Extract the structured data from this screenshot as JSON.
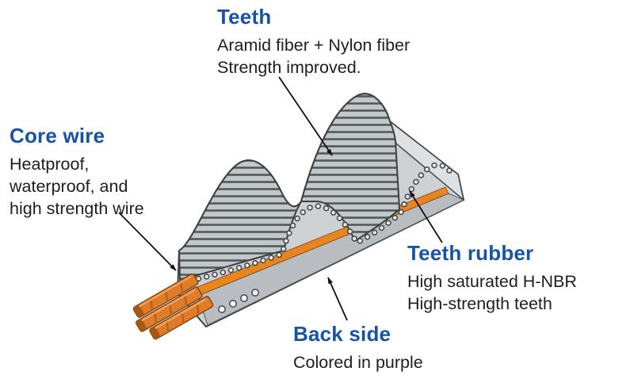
{
  "diagram_subject": "timing-belt-construction-cutaway",
  "labels": {
    "teeth": {
      "title": "Teeth",
      "lines": [
        "Aramid fiber + Nylon fiber",
        "Strength improved."
      ]
    },
    "core_wire": {
      "title": "Core wire",
      "lines": [
        "Heatproof,",
        "waterproof, and",
        "high strength wire"
      ]
    },
    "teeth_rubber": {
      "title": "Teeth rubber",
      "lines": [
        "High saturated H-NBR",
        "High-strength teeth"
      ]
    },
    "back_side": {
      "title": "Back side",
      "lines": [
        "Colored in purple"
      ]
    }
  },
  "colors": {
    "label_title_blue": "#1753a3",
    "body_text": "#1e1e1e",
    "belt_gray": "#cdd1d4",
    "belt_back_gray": "#b9bdc2",
    "hatch_line_gray": "#53575b",
    "core_wire_orange": "#e07b2a",
    "core_wire_layer_orange": "#e8851f",
    "fabric_dot_white": "#f4f4f4",
    "arrow_black": "#111111",
    "background": "#ffffff"
  },
  "parts": [
    "teeth-section",
    "core-wires",
    "teeth-rubber-surface",
    "back-side-layer",
    "core-wire-layer",
    "fabric-dots"
  ]
}
